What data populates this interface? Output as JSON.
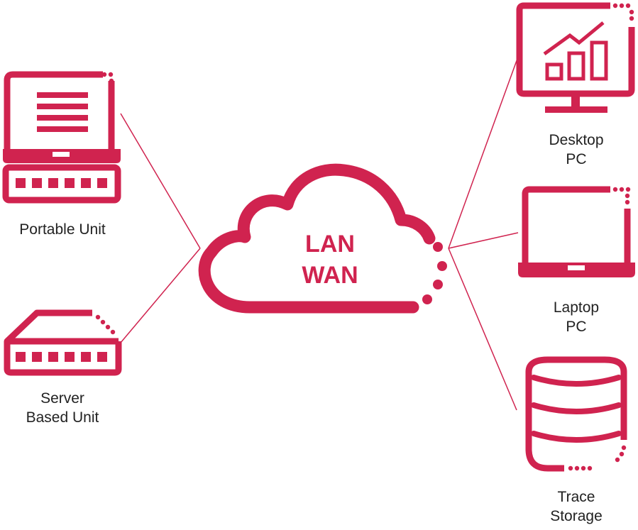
{
  "accent_color": "#d0234f",
  "cloud": {
    "line1": "LAN",
    "line2": "WAN"
  },
  "nodes": {
    "portable_unit": {
      "label": "Portable Unit",
      "icon": "portable-unit-icon"
    },
    "server_unit": {
      "line1": "Server",
      "line2": "Based Unit",
      "icon": "server-icon"
    },
    "desktop_pc": {
      "line1": "Desktop",
      "line2": "PC",
      "icon": "desktop-monitor-icon"
    },
    "laptop_pc": {
      "line1": "Laptop",
      "line2": "PC",
      "icon": "laptop-icon"
    },
    "trace_storage": {
      "line1": "Trace",
      "line2": "Storage",
      "icon": "database-icon"
    }
  }
}
